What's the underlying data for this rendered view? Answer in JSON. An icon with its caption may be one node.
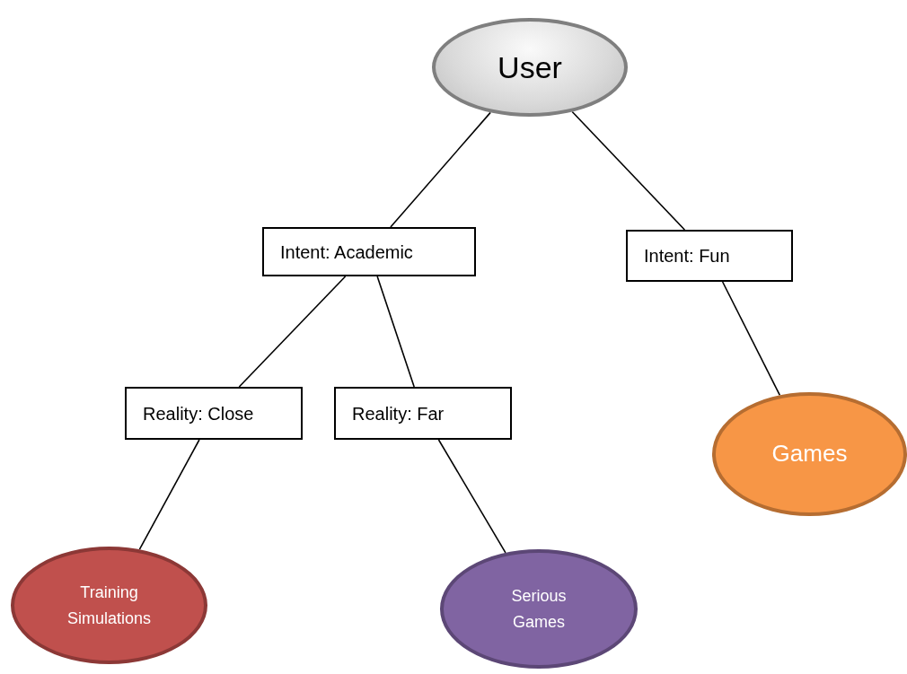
{
  "diagram": {
    "nodes": [
      {
        "text": [
          "User"
        ]
      },
      {
        "text": [
          "Intent: Academic"
        ]
      },
      {
        "text": [
          "Intent: Fun"
        ]
      },
      {
        "text": [
          "Reality: Close"
        ]
      },
      {
        "text": [
          "Reality: Far"
        ]
      },
      {
        "text": [
          "Training Simulations"
        ]
      },
      {
        "text": [
          "Serious Games"
        ]
      },
      {
        "text": [
          "Games"
        ]
      }
    ],
    "edges": [
      {
        "from": 0,
        "to": 1,
        "arrow": "none"
      },
      {
        "from": 0,
        "to": 2,
        "arrow": "none"
      },
      {
        "from": 1,
        "to": 3,
        "arrow": "none"
      },
      {
        "from": 1,
        "to": 4,
        "arrow": "none"
      },
      {
        "from": 2,
        "to": 7,
        "arrow": "none"
      },
      {
        "from": 3,
        "to": 5,
        "arrow": "none"
      },
      {
        "from": 4,
        "to": 6,
        "arrow": "none"
      }
    ]
  }
}
